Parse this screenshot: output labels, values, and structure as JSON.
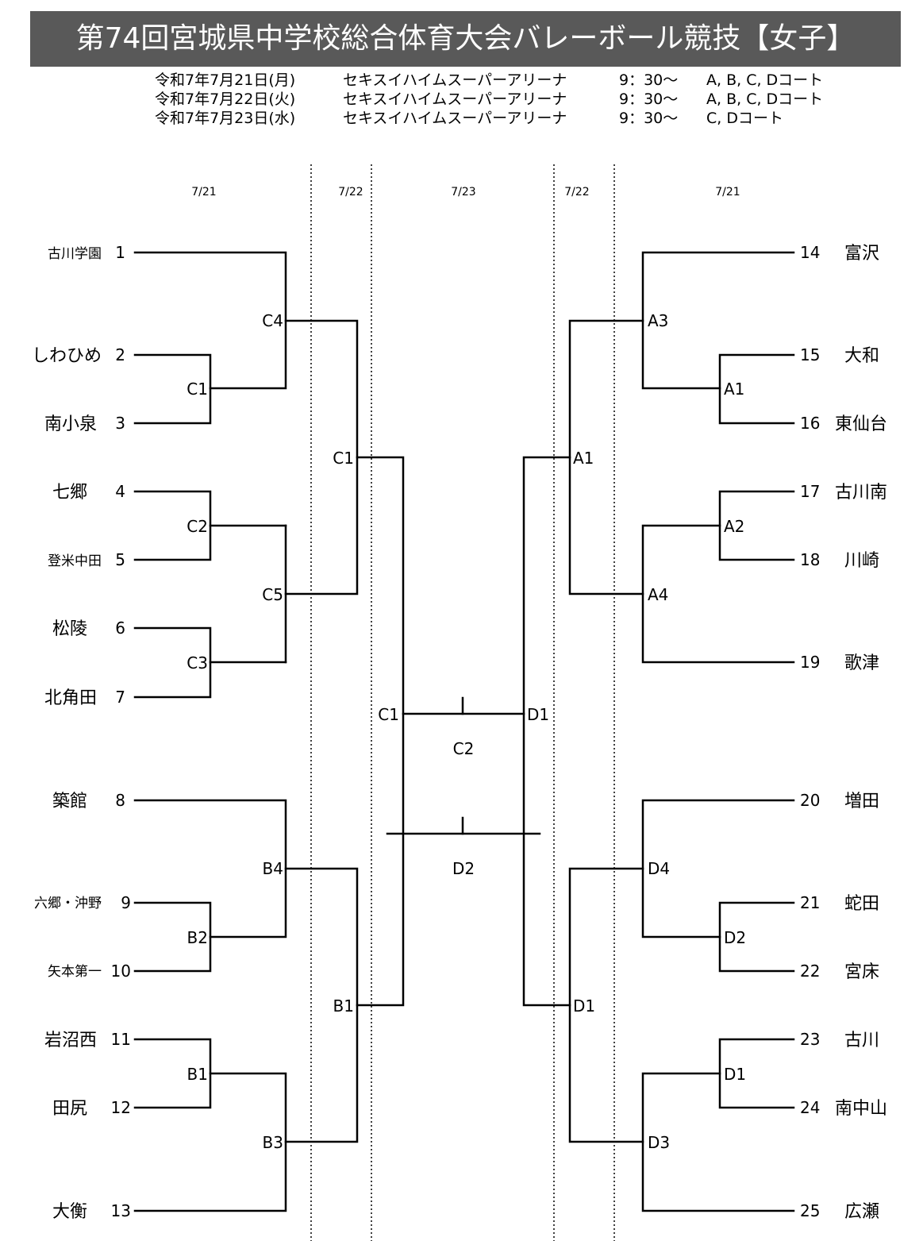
{
  "title": "第74回宮城県中学校総合体育大会バレーボール競技【女子】",
  "schedule": [
    {
      "date": "令和7年7月21日(月)",
      "venue": "セキスイハイムスーパーアリーナ",
      "time": "9：30～",
      "courts": "A, B, C, Dコート"
    },
    {
      "date": "令和7年7月22日(火)",
      "venue": "セキスイハイムスーパーアリーナ",
      "time": "9：30～",
      "courts": "A, B, C, Dコート"
    },
    {
      "date": "令和7年7月23日(水)",
      "venue": "セキスイハイムスーパーアリーナ",
      "time": "9：30～",
      "courts": "C, Dコート"
    }
  ],
  "day_headers": [
    "7/21",
    "7/22",
    "7/23",
    "7/22",
    "7/21"
  ],
  "left_teams": [
    {
      "name": "古川学園",
      "num": "1",
      "size": "small"
    },
    {
      "name": "しわひめ",
      "num": "2",
      "size": "normal"
    },
    {
      "name": "南小泉",
      "num": "3",
      "size": "normal"
    },
    {
      "name": "七郷",
      "num": "4",
      "size": "normal"
    },
    {
      "name": "登米中田",
      "num": "5",
      "size": "small"
    },
    {
      "name": "松陵",
      "num": "6",
      "size": "normal"
    },
    {
      "name": "北角田",
      "num": "7",
      "size": "normal"
    },
    {
      "name": "築館",
      "num": "8",
      "size": "normal"
    },
    {
      "name": "六郷・沖野",
      "num": "9",
      "size": "small"
    },
    {
      "name": "矢本第一",
      "num": "10",
      "size": "small"
    },
    {
      "name": "岩沼西",
      "num": "11",
      "size": "normal"
    },
    {
      "name": "田尻",
      "num": "12",
      "size": "normal"
    },
    {
      "name": "大衡",
      "num": "13",
      "size": "normal"
    }
  ],
  "right_teams": [
    {
      "name": "富沢",
      "num": "14"
    },
    {
      "name": "大和",
      "num": "15"
    },
    {
      "name": "東仙台",
      "num": "16"
    },
    {
      "name": "古川南",
      "num": "17"
    },
    {
      "name": "川崎",
      "num": "18"
    },
    {
      "name": "歌津",
      "num": "19"
    },
    {
      "name": "増田",
      "num": "20"
    },
    {
      "name": "蛇田",
      "num": "21"
    },
    {
      "name": "宮床",
      "num": "22"
    },
    {
      "name": "古川",
      "num": "23"
    },
    {
      "name": "南中山",
      "num": "24"
    },
    {
      "name": "広瀬",
      "num": "25"
    }
  ],
  "match_labels": {
    "left_r1": [
      "C1",
      "C2",
      "C3",
      "B2",
      "B1"
    ],
    "left_r2": [
      "C4",
      "C5",
      "B4",
      "B3"
    ],
    "left_r3": [
      "C1",
      "B1"
    ],
    "left_semi": "C1",
    "right_r1": [
      "A1",
      "A2",
      "D2",
      "D1"
    ],
    "right_r2": [
      "A3",
      "A4",
      "D4",
      "D3"
    ],
    "right_r3": [
      "A1",
      "D1"
    ],
    "right_semi": "D1",
    "final": "C2",
    "third_place": "D2"
  }
}
